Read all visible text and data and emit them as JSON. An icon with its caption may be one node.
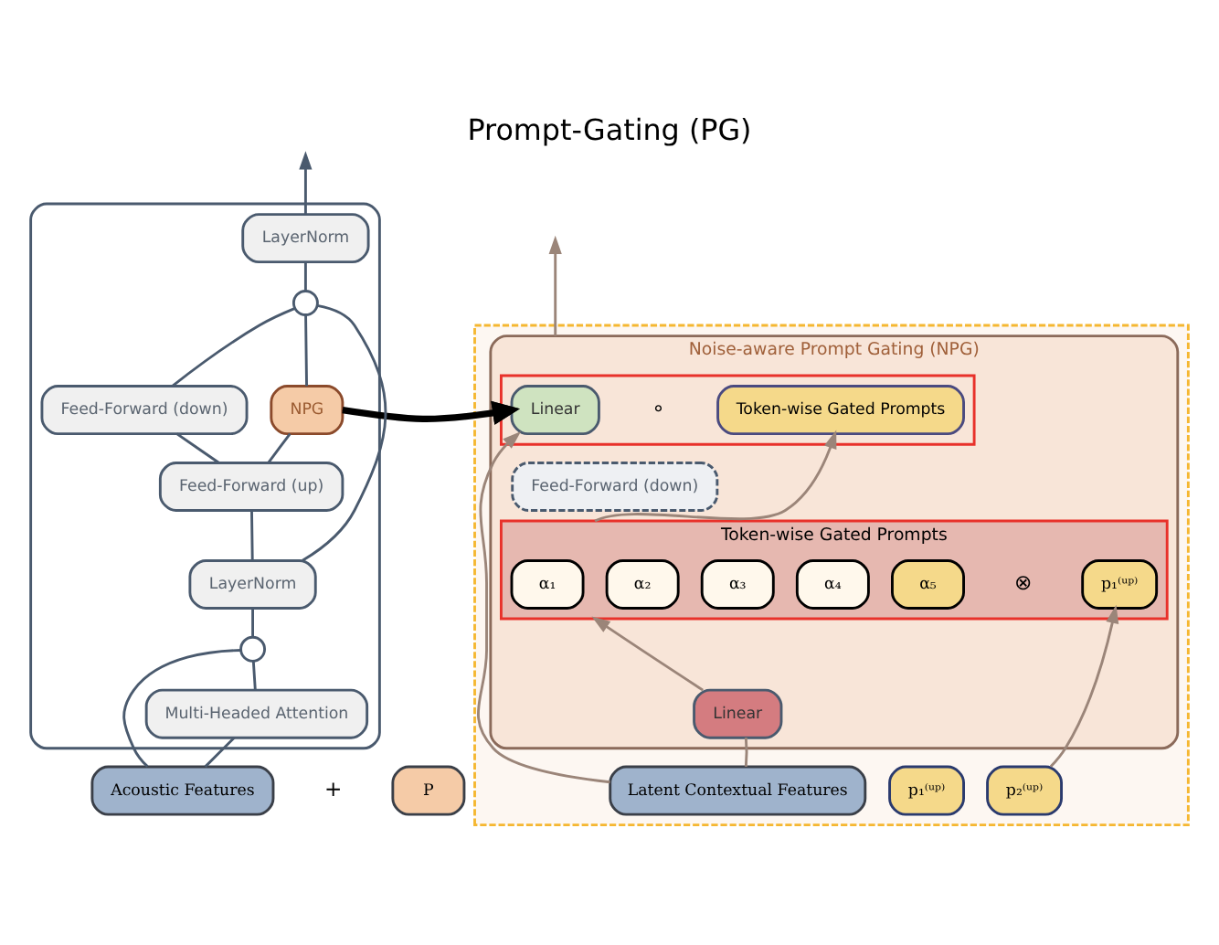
{
  "diagram": {
    "title": "Prompt-Gating (PG)",
    "nodes": [
      {
        "text": [],
        "shape": "box"
      },
      {
        "text": [
          "LayerNorm"
        ],
        "in": 0
      },
      {
        "text": [],
        "shape": "circle",
        "in": 0
      },
      {
        "text": [
          "Feed-Forward (down)"
        ],
        "in": 0
      },
      {
        "text": [
          "NPG"
        ],
        "in": 0
      },
      {
        "text": [
          "Feed-Forward (up)"
        ],
        "in": 0
      },
      {
        "text": [
          "LayerNorm"
        ],
        "in": 0
      },
      {
        "text": [],
        "shape": "circle",
        "in": 0
      },
      {
        "text": [
          "Multi-Headed Attention"
        ],
        "in": 0
      },
      {
        "text": [
          "Acoustic Features"
        ]
      },
      {
        "text": [
          "P"
        ]
      },
      {
        "text": [],
        "shape": "box"
      },
      {
        "text": [
          "Noise-aware Prompt Gating (NPG)"
        ],
        "in": 11
      },
      {
        "text": [],
        "shape": "box",
        "in": 12
      },
      {
        "text": [
          "Linear"
        ],
        "in": 13
      },
      {
        "text": [
          "Token-wise Gated Prompts"
        ],
        "in": 13
      },
      {
        "text": [
          "Feed-Forward (down)"
        ],
        "in": 12
      },
      {
        "text": [
          "Token-wise Gated Prompts"
        ],
        "in": 12
      },
      {
        "text": [
          "α₁"
        ],
        "in": 17
      },
      {
        "text": [
          "α₂"
        ],
        "in": 17
      },
      {
        "text": [
          "α₃"
        ],
        "in": 17
      },
      {
        "text": [
          "α₄"
        ],
        "in": 17
      },
      {
        "text": [
          "α₅"
        ],
        "in": 17
      },
      {
        "text": [
          "p₁⁽ᵘᵖ⁾"
        ],
        "in": 17
      },
      {
        "text": [
          "Linear"
        ],
        "in": 12
      },
      {
        "text": [
          "Latent Contextual Features"
        ],
        "in": 11
      },
      {
        "text": [
          "p₁⁽ᵘᵖ⁾"
        ],
        "in": 11
      },
      {
        "text": [
          "p₂⁽ᵘᵖ⁾"
        ],
        "in": 11
      }
    ],
    "edges": [
      {
        "from": 9,
        "to": 8,
        "arrow": "none"
      },
      {
        "from": 8,
        "to": 7,
        "arrow": "none"
      },
      {
        "from": 9,
        "to": 7,
        "arrow": "none"
      },
      {
        "from": 7,
        "to": 6,
        "arrow": "none"
      },
      {
        "from": 6,
        "to": 5,
        "arrow": "none"
      },
      {
        "from": 5,
        "to": 3,
        "arrow": "none"
      },
      {
        "from": 5,
        "to": 4,
        "arrow": "none"
      },
      {
        "from": 3,
        "to": 2,
        "arrow": "none"
      },
      {
        "from": 4,
        "to": 2,
        "arrow": "none"
      },
      {
        "from": 6,
        "to": 2,
        "arrow": "none"
      },
      {
        "from": 2,
        "to": 1,
        "arrow": "none"
      },
      {
        "from": 1,
        "to": null,
        "arrow": "to"
      },
      {
        "from": 4,
        "to": 11,
        "arrow": "to",
        "style": "thick",
        "color": "#000000"
      },
      {
        "from": 25,
        "to": 14,
        "arrow": "to",
        "color": "#9b8579"
      },
      {
        "from": 25,
        "to": 24,
        "arrow": "none",
        "color": "#9b8579"
      },
      {
        "from": 24,
        "to": 17,
        "arrow": "to",
        "color": "#9b8579"
      },
      {
        "from": 17,
        "to": 15,
        "arrow": "to",
        "color": "#9b8579"
      },
      {
        "from": 27,
        "to": 23,
        "arrow": "to",
        "color": "#9b8579"
      },
      {
        "from": 12,
        "to": null,
        "arrow": "to",
        "color": "#9b8579"
      }
    ],
    "labels": [
      "+",
      "∘",
      "⊗"
    ]
  }
}
